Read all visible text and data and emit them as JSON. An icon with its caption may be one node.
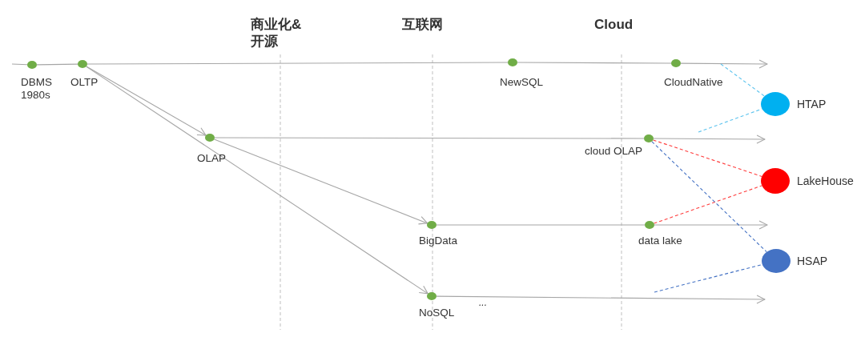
{
  "diagram": {
    "nodes": [
      {
        "text": [],
        "shape": "circle",
        "beside": [
          "DBMS 1980s"
        ]
      },
      {
        "text": [],
        "shape": "circle",
        "beside": [
          "OLTP"
        ]
      },
      {
        "text": [],
        "shape": "circle",
        "beside": [
          "OLAP"
        ]
      },
      {
        "text": [],
        "shape": "circle",
        "beside": [
          "NewSQL"
        ]
      },
      {
        "text": [],
        "shape": "circle",
        "beside": [
          "CloudNative"
        ]
      },
      {
        "text": [],
        "shape": "circle",
        "beside": [
          "cloud OLAP"
        ]
      },
      {
        "text": [],
        "shape": "circle",
        "beside": [
          "BigData"
        ]
      },
      {
        "text": [],
        "shape": "circle",
        "beside": [
          "data lake"
        ]
      },
      {
        "text": [],
        "shape": "circle",
        "beside": [
          "NoSQL"
        ]
      },
      {
        "text": [],
        "shape": "circle",
        "beside": [
          "HTAP"
        ]
      },
      {
        "text": [],
        "shape": "circle",
        "beside": [
          "LakeHouse"
        ]
      },
      {
        "text": [],
        "shape": "circle",
        "beside": [
          "HSAP"
        ]
      }
    ],
    "edges": [
      {
        "from": null,
        "to": 0,
        "arrow": "none"
      },
      {
        "from": 0,
        "to": 1,
        "arrow": "none"
      },
      {
        "from": 1,
        "to": 3,
        "arrow": "none"
      },
      {
        "from": 3,
        "to": 4,
        "arrow": "none"
      },
      {
        "from": 4,
        "to": null,
        "arrow": "to"
      },
      {
        "from": 1,
        "to": 2,
        "arrow": "to"
      },
      {
        "from": 1,
        "to": 8,
        "arrow": "to"
      },
      {
        "from": 2,
        "to": 5,
        "arrow": "none"
      },
      {
        "from": 5,
        "to": null,
        "arrow": "to"
      },
      {
        "from": 2,
        "to": 6,
        "arrow": "to"
      },
      {
        "from": 6,
        "to": 7,
        "arrow": "none"
      },
      {
        "from": 7,
        "to": null,
        "arrow": "to"
      },
      {
        "from": 8,
        "to": null,
        "arrow": "to"
      },
      {
        "from": null,
        "to": 9,
        "arrow": "none",
        "style": "dashed",
        "color": "#5bc3ee"
      },
      {
        "from": null,
        "to": 9,
        "arrow": "none",
        "style": "dashed",
        "color": "#5bc3ee"
      },
      {
        "from": 5,
        "to": 10,
        "arrow": "none",
        "style": "dashed",
        "color": "#ff3b3b"
      },
      {
        "from": 7,
        "to": 10,
        "arrow": "none",
        "style": "dashed",
        "color": "#ff3b3b"
      },
      {
        "from": 5,
        "to": 11,
        "arrow": "none",
        "style": "dashed",
        "color": "#4472c4"
      },
      {
        "from": null,
        "to": 11,
        "arrow": "none",
        "style": "dashed",
        "color": "#4472c4"
      }
    ],
    "labels": [
      "商业化&开源",
      "互联网",
      "Cloud",
      "..."
    ]
  }
}
